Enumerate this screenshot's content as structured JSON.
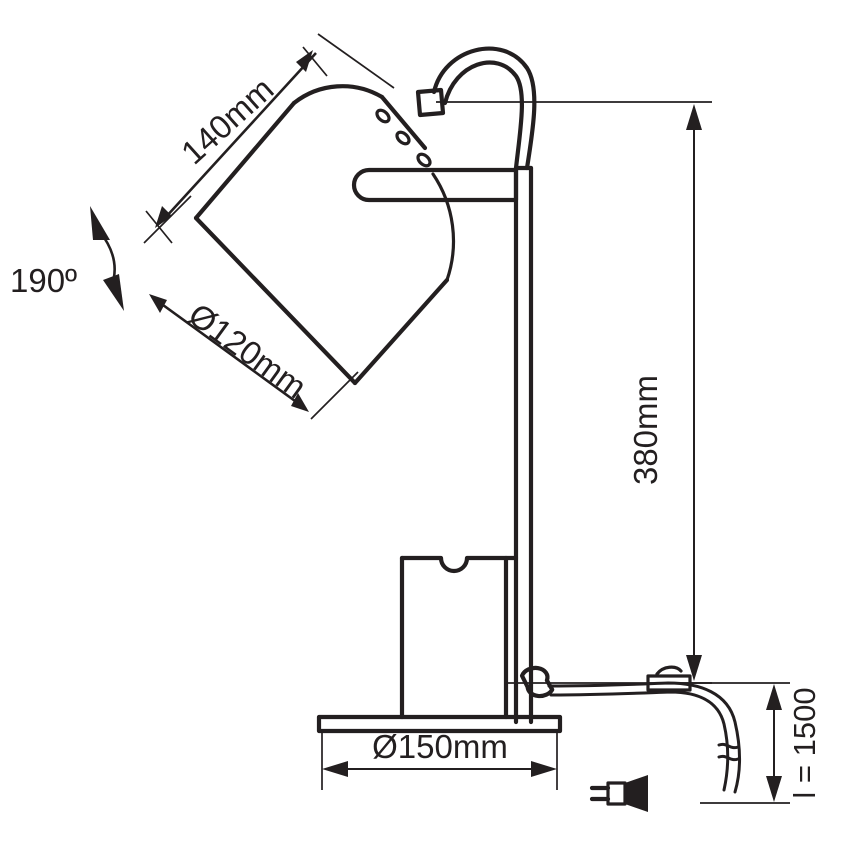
{
  "drawing": {
    "title": "Desk lamp dimensional drawing",
    "subject": "table lamp with gooseneck, conical shade, column stem and round base",
    "line_color": "#231f20",
    "background_color": "#ffffff",
    "dimensions": {
      "shade_slant_length": "140mm",
      "shade_diameter": "Ø120mm",
      "total_height": "380mm",
      "base_diameter": "Ø150mm",
      "tilt_angle": "190º",
      "cord_length": "l = 1500"
    },
    "labels": [
      {
        "id": "shade-slant",
        "text": "140mm",
        "rotation": -40,
        "note": "shade side / slant length"
      },
      {
        "id": "shade-dia",
        "text": "Ø120mm",
        "rotation": 50,
        "note": "shade opening diameter"
      },
      {
        "id": "tilt-angle",
        "text": "190º",
        "rotation": 0,
        "note": "head swivel range"
      },
      {
        "id": "total-height",
        "text": "380mm",
        "rotation": -90,
        "note": "overall lamp height"
      },
      {
        "id": "base-dia",
        "text": "Ø150mm",
        "rotation": 0,
        "note": "base plate diameter"
      },
      {
        "id": "cord-length",
        "text": "l = 1500",
        "rotation": -90,
        "note": "power cord length in mm"
      }
    ],
    "parts": [
      {
        "id": "lamp-shade",
        "name": "Conical lamp shade",
        "interactable": false
      },
      {
        "id": "vent-holes",
        "name": "Shade vent holes (3)",
        "interactable": false
      },
      {
        "id": "joint-block",
        "name": "Swivel joint block",
        "interactable": false
      },
      {
        "id": "gooseneck",
        "name": "Gooseneck arm",
        "interactable": false
      },
      {
        "id": "handle-bar",
        "name": "Handle bar",
        "interactable": false
      },
      {
        "id": "stem-column",
        "name": "Vertical stem column",
        "interactable": false
      },
      {
        "id": "holder-box",
        "name": "Organiser box",
        "interactable": false
      },
      {
        "id": "base-plate",
        "name": "Round base plate",
        "interactable": false
      },
      {
        "id": "cord-grommet",
        "name": "Cord strain relief",
        "interactable": false
      },
      {
        "id": "inline-switch",
        "name": "Inline rocker switch",
        "interactable": false
      },
      {
        "id": "power-cord",
        "name": "Power cord",
        "interactable": false
      },
      {
        "id": "power-plug",
        "name": "Europlug (2-pin)",
        "interactable": false
      },
      {
        "id": "break-symbol",
        "name": "Cord break symbol",
        "interactable": false
      }
    ]
  }
}
